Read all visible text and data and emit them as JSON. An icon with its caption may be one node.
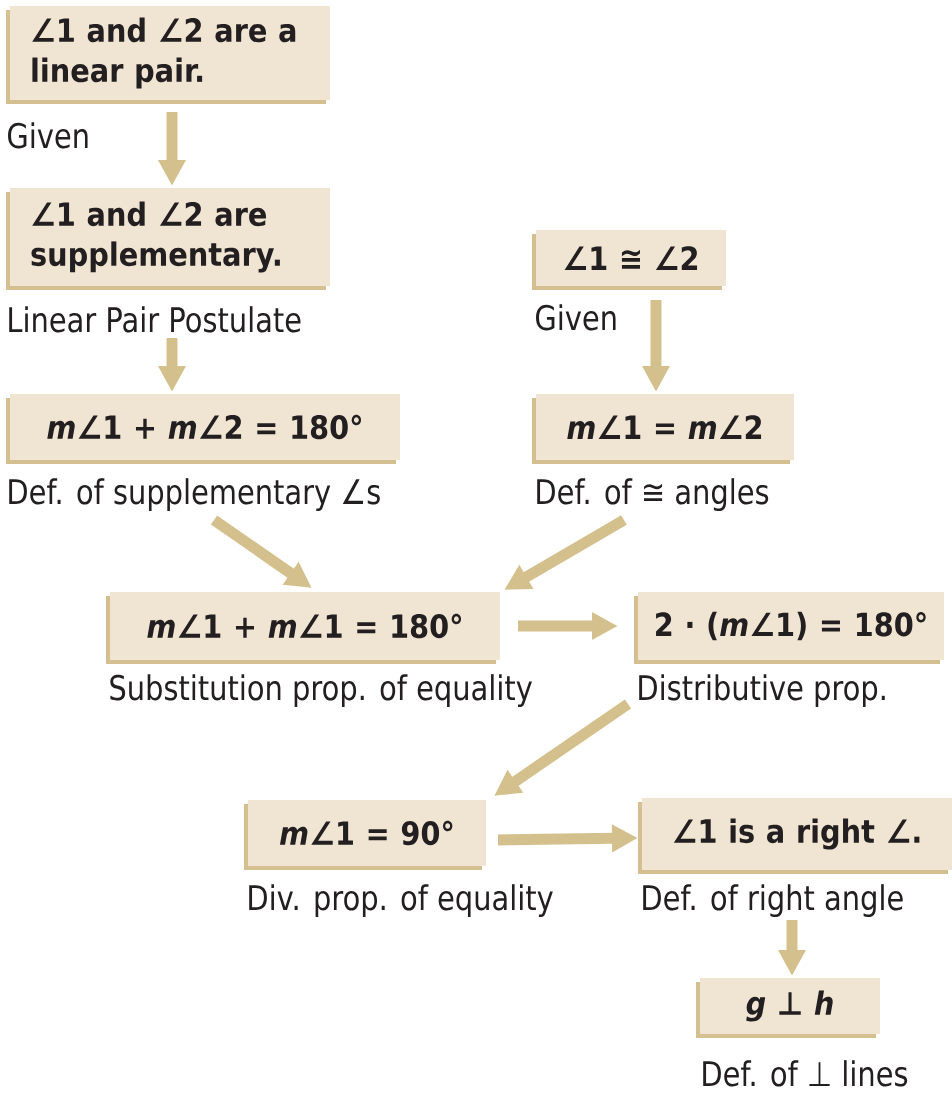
{
  "diagram": {
    "nodes": [
      {
        "text": [
          "∠1 and ∠2 are a linear pair."
        ],
        "beside": [
          "Given"
        ]
      },
      {
        "text": [
          "∠1 and ∠2 are supplementary."
        ],
        "beside": [
          "Linear Pair Postulate"
        ]
      },
      {
        "text": [
          "*m*∠1 + *m*∠2 = 180°"
        ],
        "beside": [
          "Def. of supplementary ∠s"
        ]
      },
      {
        "text": [
          "∠1 ≅ ∠2"
        ],
        "beside": [
          "Given"
        ]
      },
      {
        "text": [
          "*m*∠1 = *m*∠2"
        ],
        "beside": [
          "Def. of ≅ angles"
        ]
      },
      {
        "text": [
          "*m*∠1 + *m*∠1 = 180°"
        ],
        "beside": [
          "Substitution prop. of equality"
        ]
      },
      {
        "text": [
          "2 · (*m*∠1) = 180°"
        ],
        "beside": [
          "Distributive prop."
        ]
      },
      {
        "text": [
          "*m*∠1 = 90°"
        ],
        "beside": [
          "Div. prop. of equality"
        ]
      },
      {
        "text": [
          "∠1 is a right ∠."
        ],
        "beside": [
          "Def. of right angle"
        ]
      },
      {
        "text": [
          "*g* ⊥ *h*"
        ],
        "beside": [
          "Def. of ⊥ lines"
        ]
      }
    ],
    "edges": [
      {
        "from": 0,
        "to": 1,
        "arrow": "to"
      },
      {
        "from": 1,
        "to": 2,
        "arrow": "to"
      },
      {
        "from": 3,
        "to": 4,
        "arrow": "to"
      },
      {
        "from": 2,
        "to": 5,
        "arrow": "to"
      },
      {
        "from": 4,
        "to": 5,
        "arrow": "to"
      },
      {
        "from": 5,
        "to": 6,
        "arrow": "to"
      },
      {
        "from": 6,
        "to": 7,
        "arrow": "to"
      },
      {
        "from": 7,
        "to": 8,
        "arrow": "to"
      },
      {
        "from": 8,
        "to": 9,
        "arrow": "to"
      }
    ]
  }
}
